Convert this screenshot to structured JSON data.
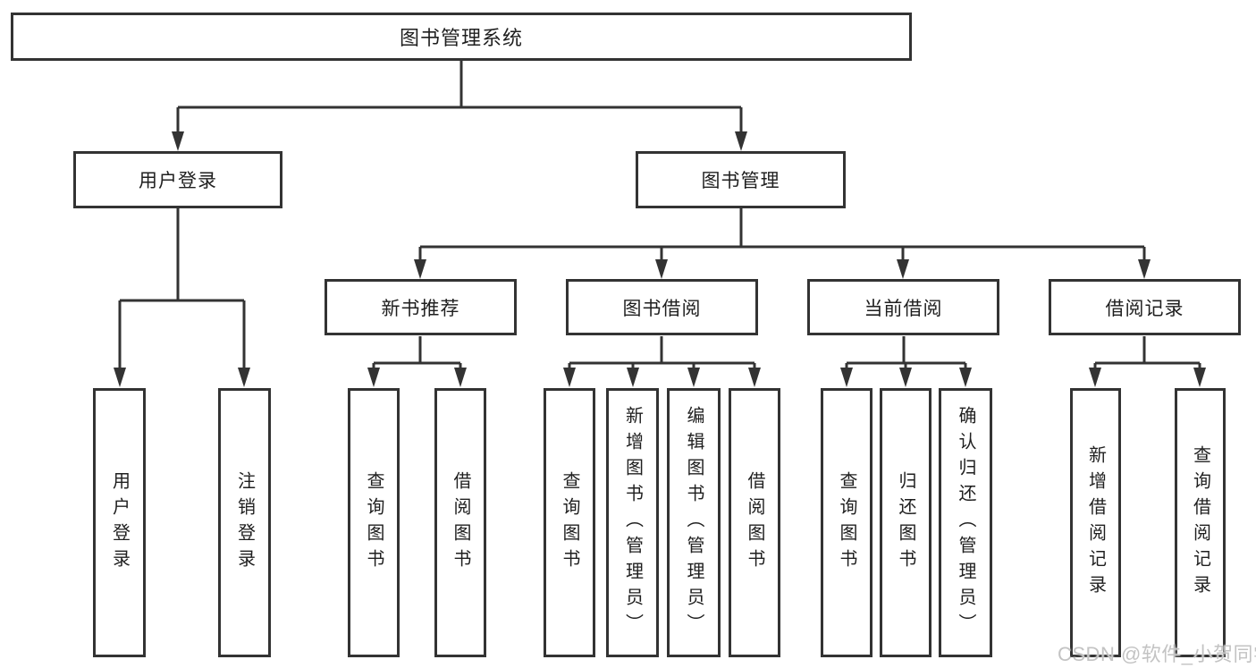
{
  "diagram": {
    "type": "tree",
    "title": "图书管理系统",
    "tree": {
      "label": "图书管理系统",
      "children": [
        {
          "label": "用户登录",
          "children": [
            {
              "label": "用户登录"
            },
            {
              "label": "注销登录"
            }
          ]
        },
        {
          "label": "图书管理",
          "children": [
            {
              "label": "新书推荐",
              "children": [
                {
                  "label": "查询图书"
                },
                {
                  "label": "借阅图书"
                }
              ]
            },
            {
              "label": "图书借阅",
              "children": [
                {
                  "label": "查询图书"
                },
                {
                  "label": "新增图书（管理员）"
                },
                {
                  "label": "编辑图书（管理员）"
                },
                {
                  "label": "借阅图书"
                }
              ]
            },
            {
              "label": "当前借阅",
              "children": [
                {
                  "label": "查询图书"
                },
                {
                  "label": "归还图书"
                },
                {
                  "label": "确认归还（管理员）"
                }
              ]
            },
            {
              "label": "借阅记录",
              "children": [
                {
                  "label": "新增借阅记录"
                },
                {
                  "label": "查询借阅记录"
                }
              ]
            }
          ]
        }
      ]
    },
    "line_color": "#333333",
    "box_background": "#ffffff",
    "text_color": "#1f1f1f"
  },
  "watermark": {
    "text": "CSDN @软件_小贺同学",
    "color": "#c3c3c3"
  }
}
